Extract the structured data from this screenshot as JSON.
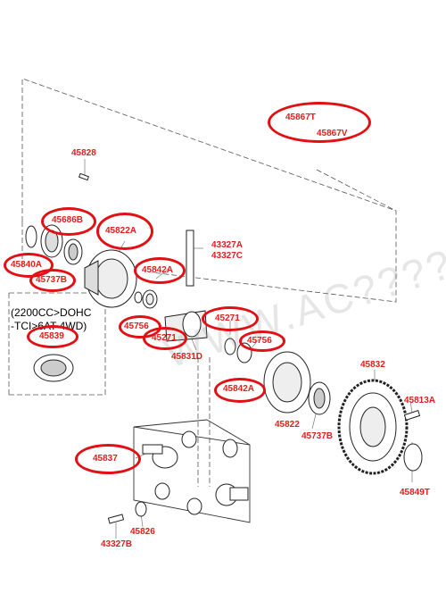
{
  "diagram": {
    "note": {
      "line1": "(2200CC>DOHC",
      "line2": "-TCI>6AT 4WD)"
    },
    "watermark": "WWW.AC?????.RU",
    "parts": [
      {
        "id": "45867T",
        "label": "45867T",
        "circled": true
      },
      {
        "id": "45867V",
        "label": "45867V",
        "circled": false
      },
      {
        "id": "45828",
        "label": "45828",
        "circled": false
      },
      {
        "id": "45686B",
        "label": "45686B",
        "circled": true
      },
      {
        "id": "45822A",
        "label": "45822A",
        "circled": true
      },
      {
        "id": "43327A",
        "label": "43327A",
        "circled": false
      },
      {
        "id": "43327C",
        "label": "43327C",
        "circled": false
      },
      {
        "id": "45840A",
        "label": "45840A",
        "circled": true
      },
      {
        "id": "45842A-1",
        "label": "45842A",
        "circled": true
      },
      {
        "id": "45737B-1",
        "label": "45737B",
        "circled": true
      },
      {
        "id": "45271-1",
        "label": "45271",
        "circled": true
      },
      {
        "id": "45756-1",
        "label": "45756",
        "circled": true
      },
      {
        "id": "45271-2",
        "label": "45271",
        "circled": true
      },
      {
        "id": "45839",
        "label": "45839",
        "circled": true
      },
      {
        "id": "45756-2",
        "label": "45756",
        "circled": true
      },
      {
        "id": "45831D",
        "label": "45831D",
        "circled": false
      },
      {
        "id": "45832",
        "label": "45832",
        "circled": false
      },
      {
        "id": "45842A-2",
        "label": "45842A",
        "circled": true
      },
      {
        "id": "45813A",
        "label": "45813A",
        "circled": false
      },
      {
        "id": "45822",
        "label": "45822",
        "circled": false
      },
      {
        "id": "45737B-2",
        "label": "45737B",
        "circled": false
      },
      {
        "id": "45837",
        "label": "45837",
        "circled": true
      },
      {
        "id": "45849T",
        "label": "45849T",
        "circled": false
      },
      {
        "id": "45826",
        "label": "45826",
        "circled": false
      },
      {
        "id": "43327B",
        "label": "43327B",
        "circled": false
      }
    ]
  }
}
